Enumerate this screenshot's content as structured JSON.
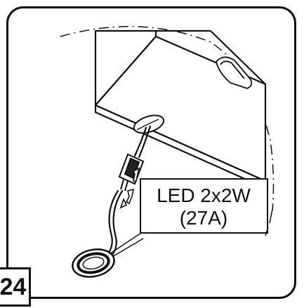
{
  "diagram": {
    "step_number": "24",
    "callout_line1": "LED 2x2W",
    "callout_line2": "(27A)"
  }
}
